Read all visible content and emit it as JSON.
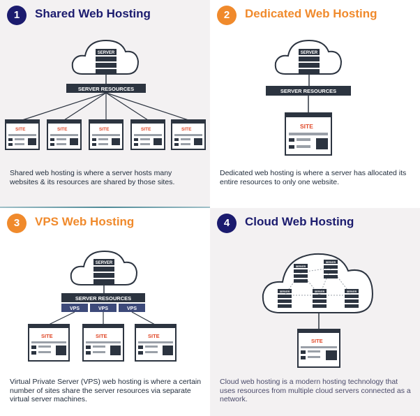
{
  "panels": [
    {
      "number": "1",
      "title": "Shared Web Hosting",
      "description": "Shared web hosting is where a server hosts many websites & its resources are shared by those sites.",
      "labels": {
        "server": "SERVER",
        "resources": "SERVER RESOURCES",
        "site": "SITE"
      }
    },
    {
      "number": "2",
      "title": "Dedicated Web Hosting",
      "description": "Dedicated web hosting is where a server has allocated its entire resources to only one website.",
      "labels": {
        "server": "SERVER",
        "resources": "SERVER RESOURCES",
        "site": "SITE"
      }
    },
    {
      "number": "3",
      "title": "VPS Web Hosting",
      "description": "Virtual Private Server (VPS) web hosting is where a certain number of sites share the server resources via separate virtual server machines.",
      "labels": {
        "server": "SERVER",
        "resources": "SERVER RESOURCES",
        "vps": "VPS",
        "site": "SITE"
      }
    },
    {
      "number": "4",
      "title": "Cloud Web Hosting",
      "description": "Cloud web hosting is a modern hosting technology that uses resources from multiple cloud servers connected as a network.",
      "labels": {
        "server": "SERVER",
        "site": "SITE"
      }
    }
  ],
  "colors": {
    "navy": "#1b1b6e",
    "orange": "#f08a2c",
    "dark": "#2c3440",
    "site_red": "#e04a2a"
  },
  "icons": [
    "cloud-icon",
    "server-icon",
    "website-icon"
  ]
}
